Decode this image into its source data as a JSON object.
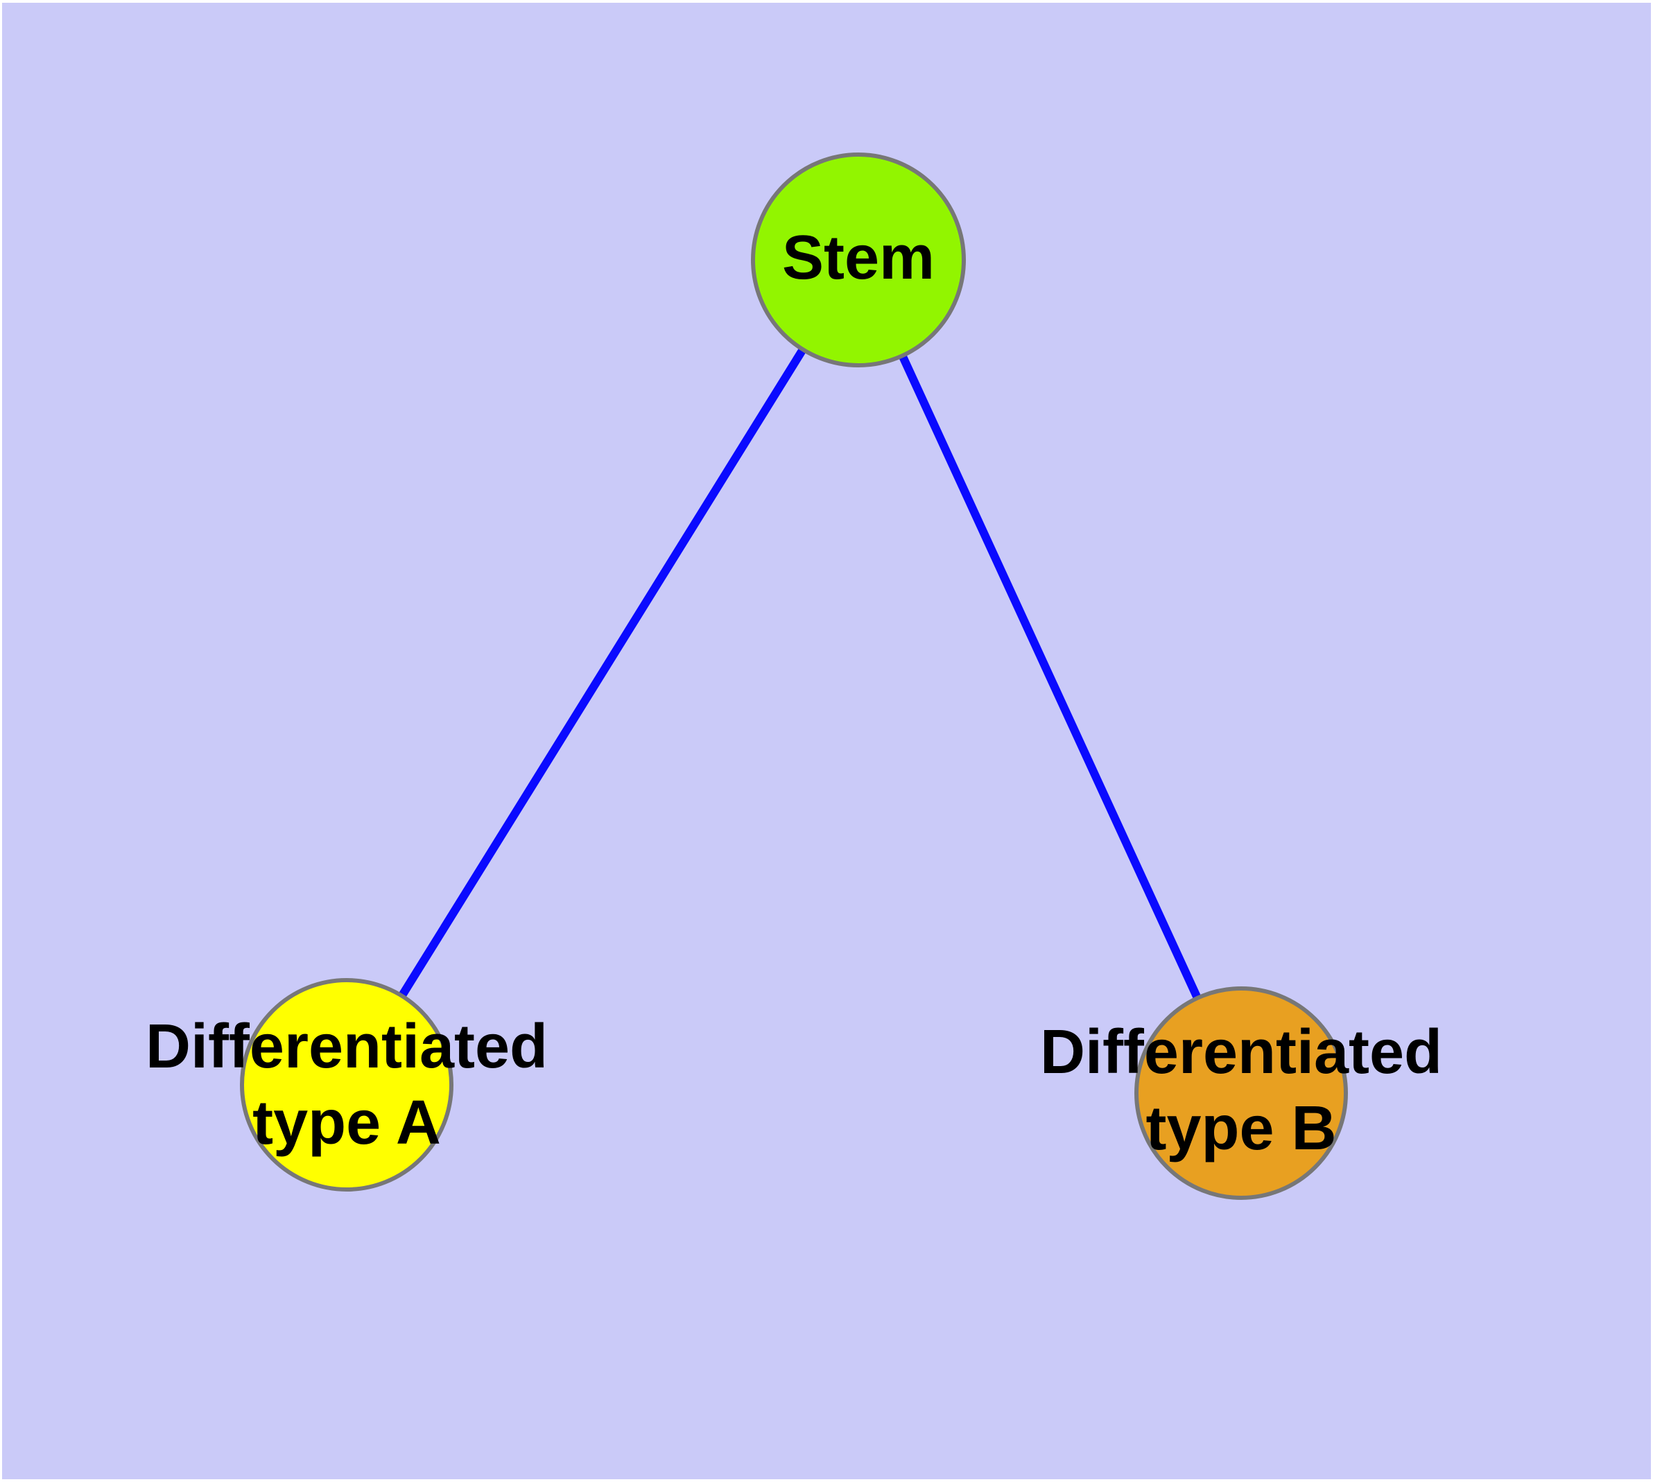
{
  "diagram": {
    "title": "",
    "background_color": "#CACAF8",
    "page_margin_color": "#FFFFFF",
    "edge_color": "#0A0AFF",
    "node_border_color": "#777777",
    "label_color": "#000000",
    "nodes": {
      "stem": {
        "label": "Stem",
        "fill": "#92F500"
      },
      "type_a": {
        "label": "Differentiated type A",
        "line1": "Differentiated",
        "line2": "type A",
        "fill": "#FFFF00"
      },
      "type_b": {
        "label": "Differentiated type B",
        "line1": "Differentiated",
        "line2": "type B",
        "fill": "#E8A021"
      }
    },
    "edges": [
      {
        "from": "stem",
        "to": "type_a"
      },
      {
        "from": "stem",
        "to": "type_b"
      }
    ]
  }
}
